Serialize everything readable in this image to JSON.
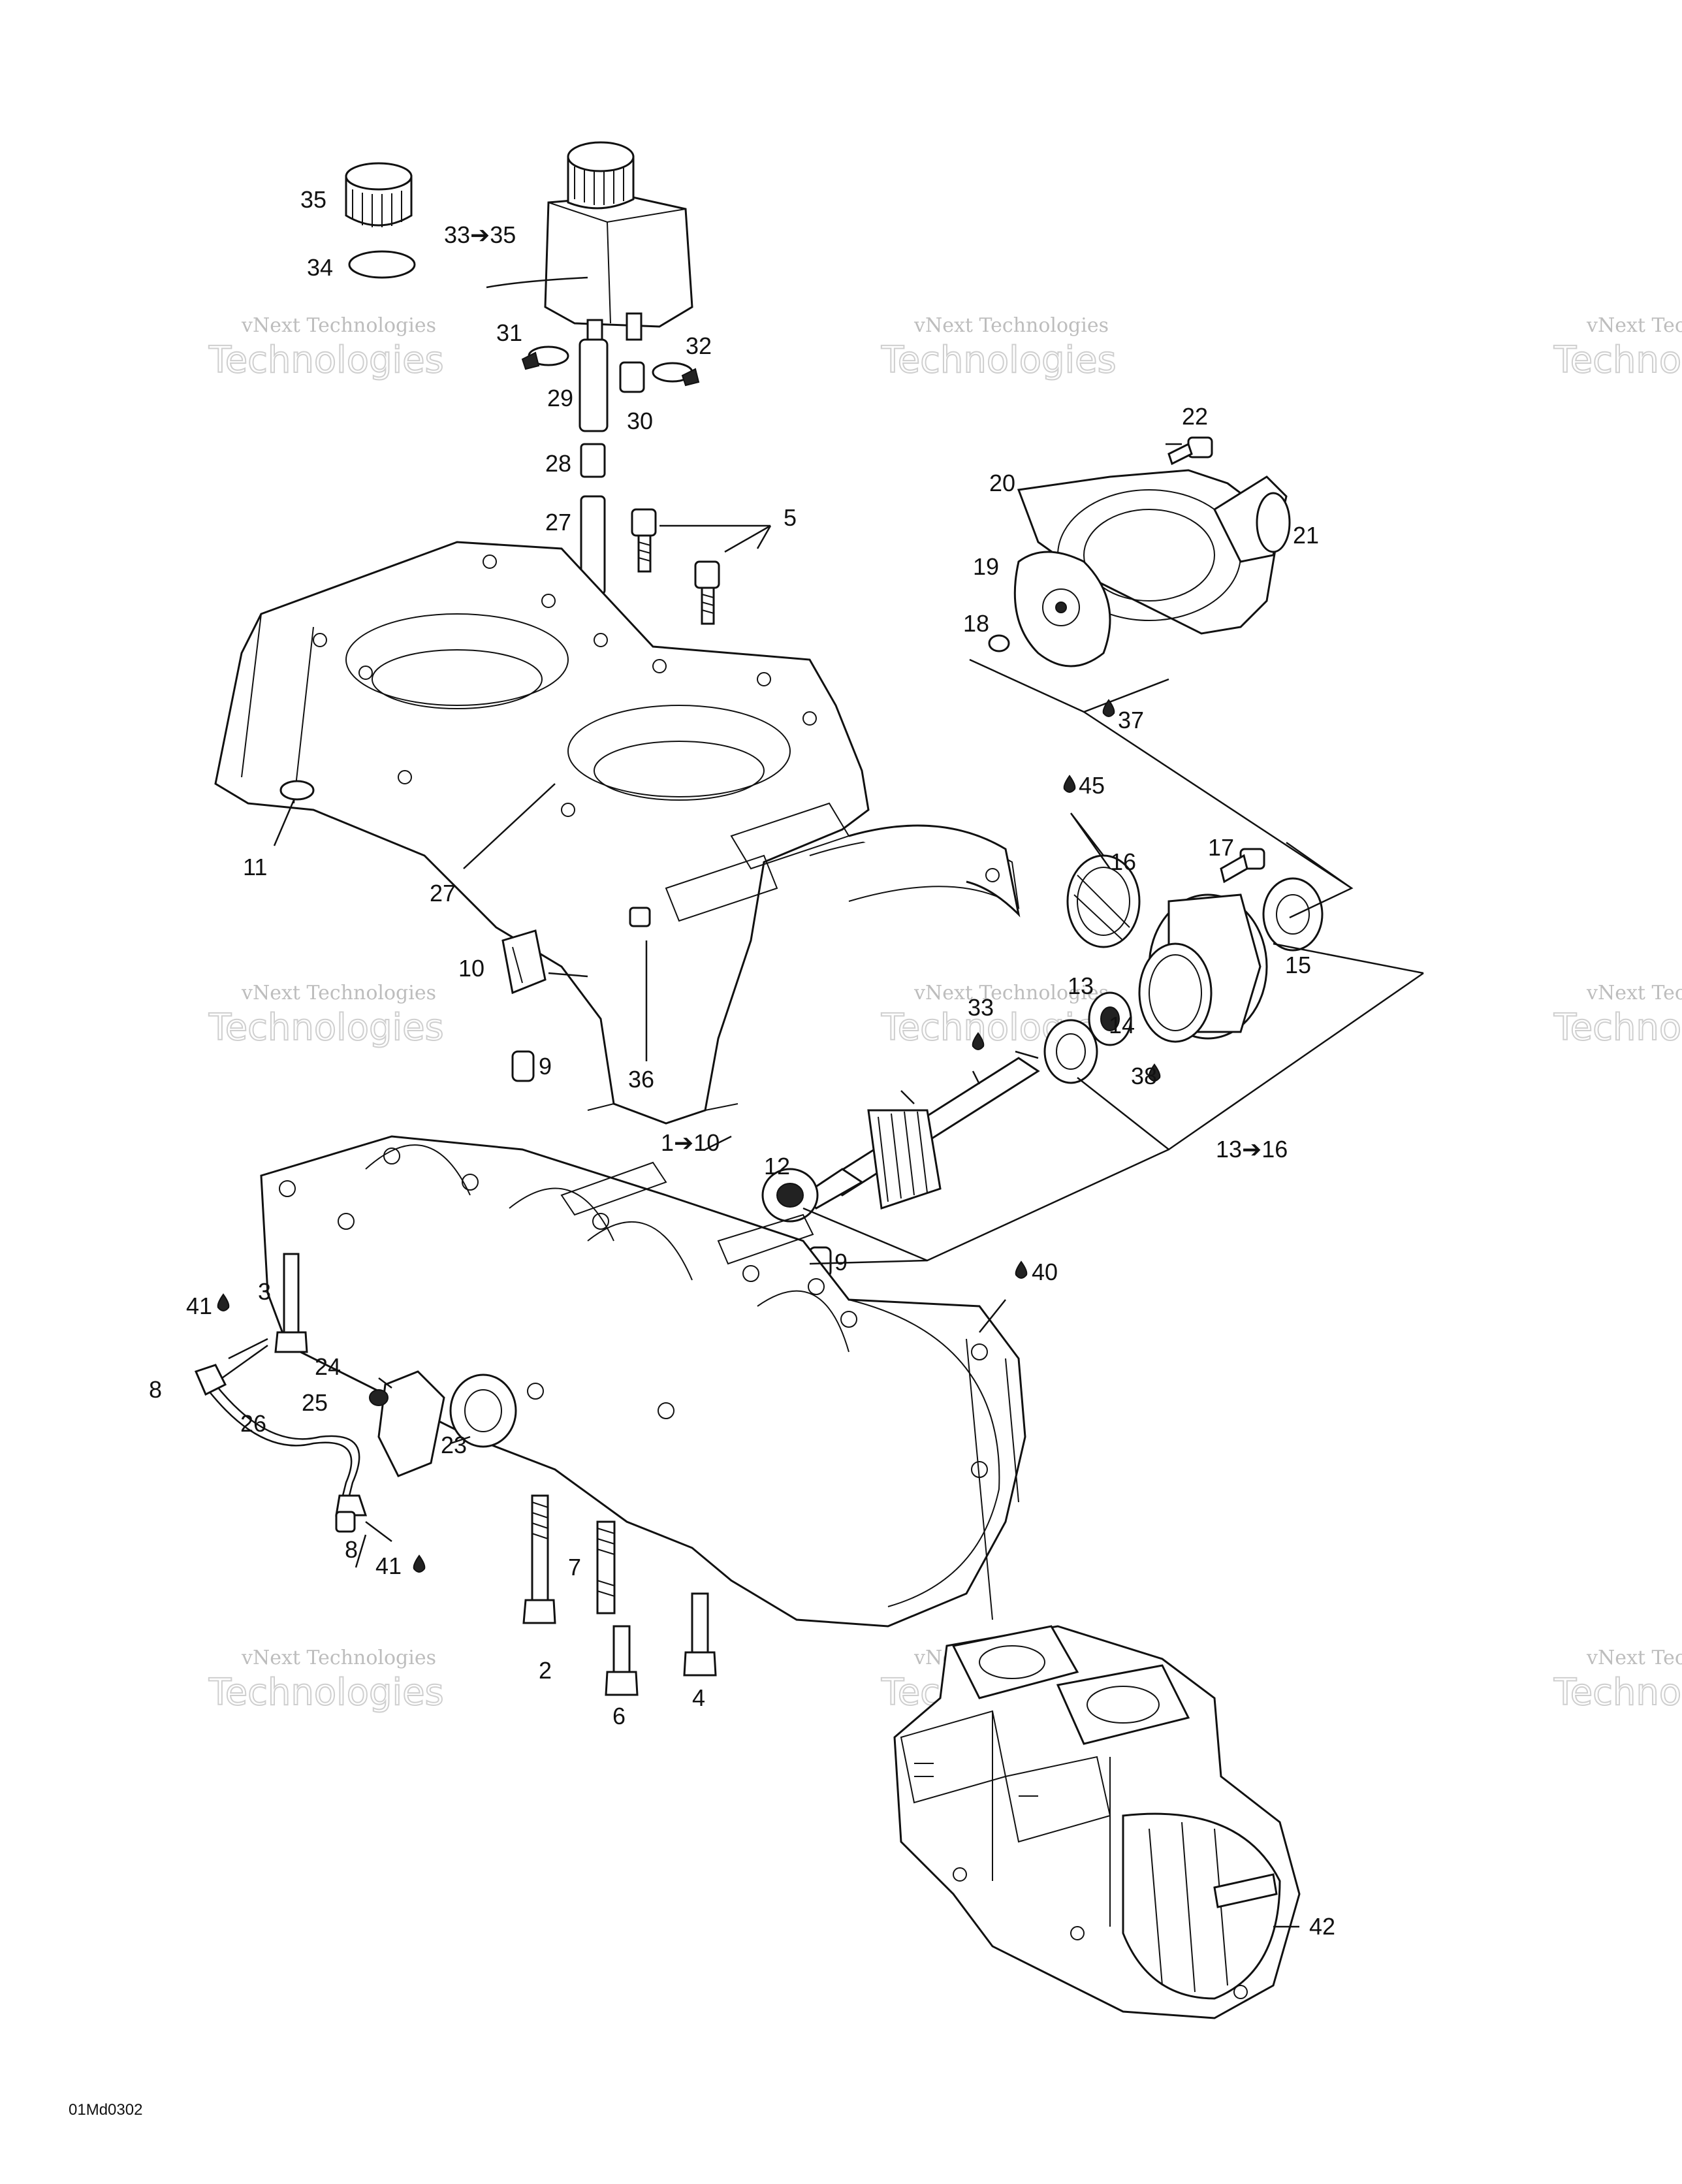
{
  "diagram": {
    "code": "01Md0302",
    "watermark": {
      "line1": "vNext Technologies",
      "line2": "Technologies"
    },
    "labels": [
      "35",
      "34",
      "33➔35",
      "31",
      "32",
      "29",
      "30",
      "28",
      "27",
      "5",
      "22",
      "20",
      "21",
      "19",
      "18",
      "37",
      "11",
      "27",
      "45",
      "16",
      "17",
      "15",
      "10",
      "13",
      "33",
      "14",
      "38",
      "9",
      "36",
      "1➔10",
      "12",
      "13➔16",
      "3",
      "9",
      "40",
      "41",
      "8",
      "24",
      "25",
      "26",
      "23",
      "8",
      "41",
      "7",
      "2",
      "6",
      "4",
      "42"
    ]
  }
}
